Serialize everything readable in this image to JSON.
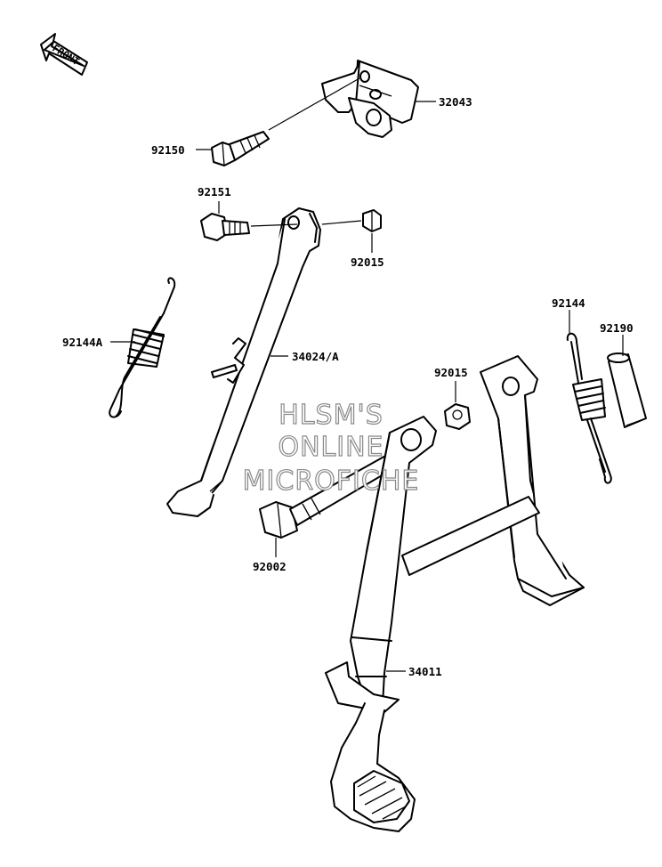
{
  "front_arrow": {
    "label": "FRONT"
  },
  "watermark": {
    "lines": [
      "HLSM'S",
      "ONLINE",
      "MICROFICHE"
    ]
  },
  "parts": [
    {
      "id": "32043"
    },
    {
      "id": "92150"
    },
    {
      "id": "92151"
    },
    {
      "id": "92015"
    },
    {
      "id": "92144A"
    },
    {
      "id": "34024/A"
    },
    {
      "id": "92015"
    },
    {
      "id": "92144"
    },
    {
      "id": "92190"
    },
    {
      "id": "92002"
    },
    {
      "id": "34011"
    }
  ]
}
